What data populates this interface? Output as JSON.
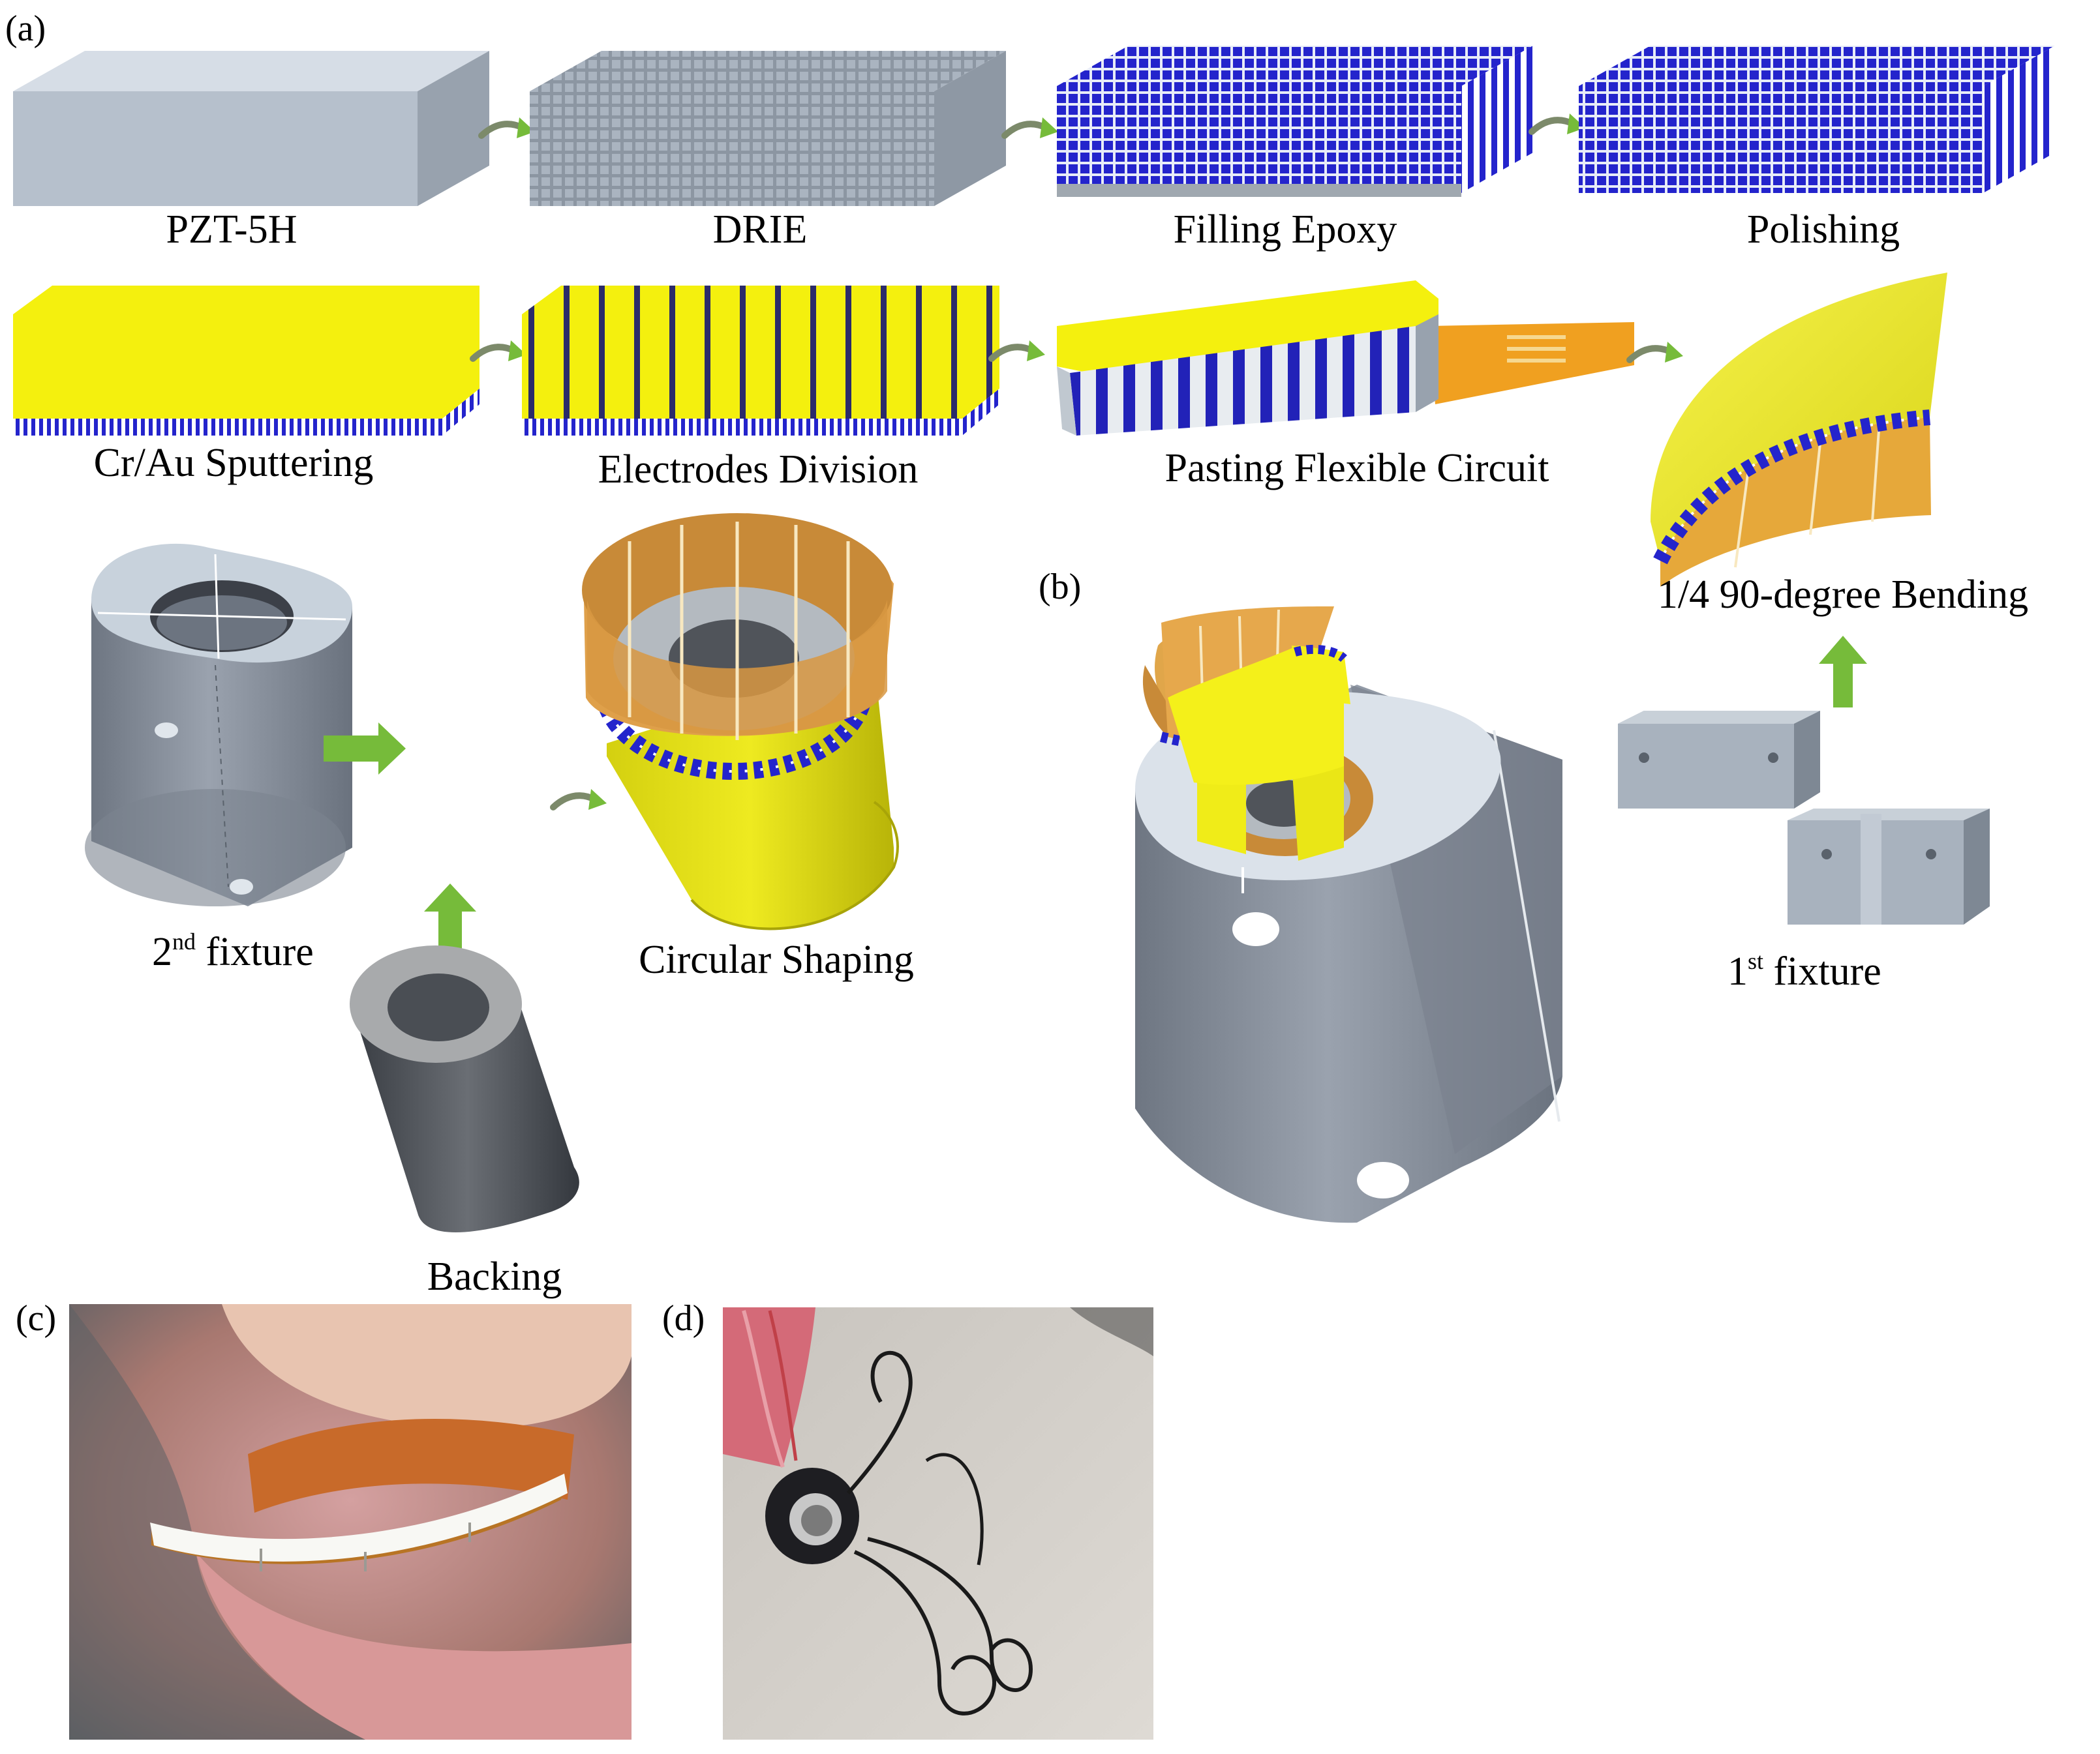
{
  "panels": {
    "a": "(a)",
    "b": "(b)",
    "c": "(c)",
    "d": "(d)"
  },
  "steps": {
    "pzt": "PZT-5H",
    "drie": "DRIE",
    "filling": "Filling Epoxy",
    "polishing": "Polishing",
    "sputtering": "Cr/Au Sputtering",
    "electrodes": "Electrodes Division",
    "pasting": "Pasting Flexible Circuit",
    "bending": "1/4 90-degree Bending",
    "fixture2_num": "2",
    "fixture2_sup": "nd",
    "fixture2_word": " fixture",
    "fixture1_num": "1",
    "fixture1_sup": "st",
    "fixture1_word": " fixture",
    "circular": "Circular Shaping",
    "backing": "Backing"
  },
  "colors": {
    "pzt_gray": "#b6c0cc",
    "epoxy_blue": "#2222cc",
    "gold": "#f0ec18",
    "flex_orange": "#f0a020",
    "arrow_green": "#76bb3a"
  }
}
